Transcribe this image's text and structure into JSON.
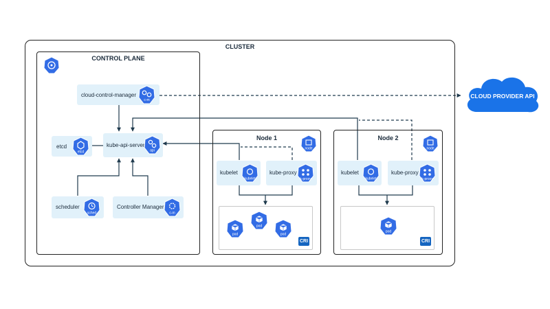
{
  "cluster": {
    "title": "CLUSTER"
  },
  "control_plane": {
    "title": "CONTROL PLANE",
    "badge": "",
    "components": {
      "ccm": {
        "label": "cloud-control-manager",
        "badge": "c-m"
      },
      "etcd": {
        "label": "etcd",
        "badge": "etcd"
      },
      "api": {
        "label": "kube-api-server",
        "badge": "api"
      },
      "scheduler": {
        "label": "scheduler",
        "badge": "sched"
      },
      "cm": {
        "label": "Controller Manager",
        "badge": "c-m"
      }
    }
  },
  "nodes": [
    {
      "title": "Node 1",
      "badge": "node",
      "kubelet": {
        "label": "kubelet",
        "badge": "kubelet"
      },
      "proxy": {
        "label": "kube-proxy",
        "badge": "k-proxy"
      },
      "pods": [
        "pod",
        "pod",
        "pod"
      ],
      "cri": "CRI"
    },
    {
      "title": "Node 2",
      "badge": "node",
      "kubelet": {
        "label": "kubelet",
        "badge": "kubelet"
      },
      "proxy": {
        "label": "kube-proxy",
        "badge": "k-proxy"
      },
      "pods": [
        "pod"
      ],
      "cri": "CRI"
    }
  ],
  "cloud": {
    "label": "CLOUD PROVIDER API"
  },
  "colors": {
    "icon_blue": "#326ce5",
    "line": "#1f3a4d",
    "component_bg": "#e1f1fa",
    "cloud": "#1a73e8",
    "cri": "#1565c0"
  },
  "icons": {
    "control_plane": "kubernetes-wheel-icon",
    "component": "kubernetes-component-icon",
    "pod": "cube-icon",
    "cloud": "cloud-icon"
  }
}
